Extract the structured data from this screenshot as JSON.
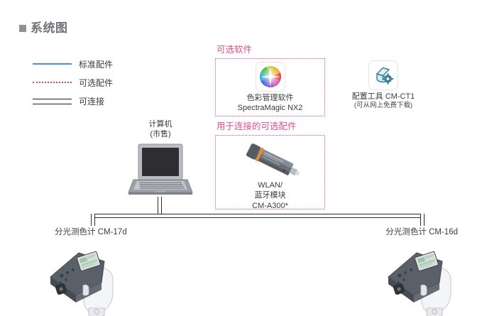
{
  "title": {
    "bullet_icon": "square-bullet-icon",
    "text": "系统图"
  },
  "legend": {
    "items": [
      {
        "style": "solid-blue",
        "color": "#4a90d9",
        "label": "标准配件"
      },
      {
        "style": "dotted-red",
        "color": "#d9416d",
        "label": "可选配件"
      },
      {
        "style": "double-black",
        "color": "#1e1e1e",
        "label": "可连接"
      }
    ]
  },
  "groups": {
    "software": {
      "title": "可选软件",
      "border_color": "#e0508a"
    },
    "connection": {
      "title": "用于连接的可选配件",
      "border_color": "#e0508a"
    }
  },
  "nodes": {
    "spectramagic": {
      "icon": "color-wheel-icon",
      "line1": "色彩管理软件",
      "line2": "SpectraMagic NX2"
    },
    "cmct1": {
      "icon": "device-gear-icon",
      "line1": "配置工具 CM-CT1",
      "line2": "(可从网上免费下载)"
    },
    "wlan": {
      "icon": "wlan-module-icon",
      "line1": "WLAN/",
      "line2": "蓝牙模块",
      "line3": "CM-A300*"
    },
    "computer": {
      "icon": "laptop-icon",
      "line1": "计算机",
      "line2": "(市售)"
    },
    "cm17d": {
      "icon": "spectrophotometer-icon",
      "label": "分光测色计 CM-17d"
    },
    "cm16d": {
      "icon": "spectrophotometer-icon",
      "label": "分光测色计 CM-16d"
    }
  },
  "colors": {
    "accent_pink": "#e0508a",
    "legend_blue": "#4a90d9",
    "legend_red": "#d9416d",
    "connector_black": "#2b2b2b",
    "title_gray": "#6f7479"
  }
}
